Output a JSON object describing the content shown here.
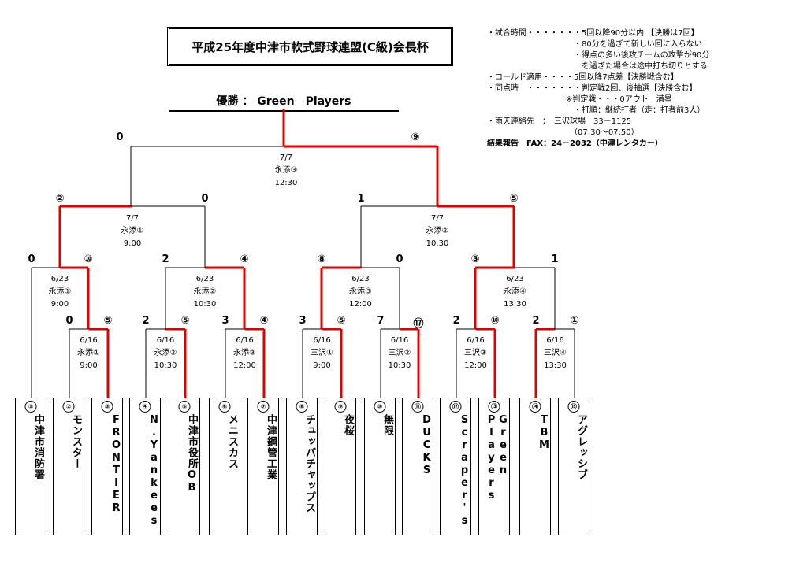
{
  "title": "平成25年度中津市軟式野球連盟(C級)会長杯",
  "champion": "優勝 ： Green　Players",
  "rules": [
    "・試合時間・・・・・・・5回以降90分以内 【決勝は7回】",
    "　　　　　　　　　　　・80分を過ぎて新しい回に入らない",
    "　　　　　　　　　　　・得点の多い後攻チームの攻撃が90分",
    "　　　　　　　　　　　　を過ぎた場合は途中打ち切りとする",
    "・コールド適用・・・・5回以降7点差【決勝戦含む】",
    "・同点時　・・・・・・・判定戦2回、後抽選【決勝含む】",
    "　　　　　　　　　　※判定戦・・・0アウト　満塁",
    "　　　　　　　　　　　・打順：継続打者（走：打者前3人）",
    "・雨天連絡先　：　三沢球場　33－1125",
    "　　　　　　　　　　　（07:30～07:50）",
    "結果報告　FAX：24－2032（中津レンタカー）"
  ],
  "teams": [
    {
      "seed": "1",
      "name": "中津市消防署"
    },
    {
      "seed": "2",
      "name": "モンスター"
    },
    {
      "seed": "3",
      "name": "FRONTIER"
    },
    {
      "seed": "4",
      "name": "N.Yankees"
    },
    {
      "seed": "5",
      "name": "中津市役所OB"
    },
    {
      "seed": "6",
      "name": "メニスカス"
    },
    {
      "seed": "7",
      "name": "中津鋼管工業"
    },
    {
      "seed": "8",
      "name": "チュッパチャップス"
    },
    {
      "seed": "9",
      "name": "夜桜"
    },
    {
      "seed": "10",
      "name": "無限"
    },
    {
      "seed": "11",
      "name": "DUCKS"
    },
    {
      "seed": "17",
      "name": "Scraper's"
    },
    {
      "seed": "13",
      "name": "Green Players"
    },
    {
      "seed": "14",
      "name": "TBM"
    },
    {
      "seed": "15",
      "name": "アグレッシブ"
    }
  ],
  "matches": [
    {
      "date": "6/16",
      "venue": "永添①",
      "time": "9:00",
      "s1": "0",
      "s2": "5"
    },
    {
      "date": "6/16",
      "venue": "永添②",
      "time": "10:30",
      "s1": "2",
      "s2": "5"
    },
    {
      "date": "6/16",
      "venue": "永添③",
      "time": "12:00",
      "s1": "3",
      "s2": "4"
    },
    {
      "date": "6/16",
      "venue": "三沢①",
      "time": "9:00",
      "s1": "3",
      "s2": "5"
    },
    {
      "date": "6/16",
      "venue": "三沢②",
      "time": "10:30",
      "s1": "7",
      "s2": "17"
    },
    {
      "date": "6/16",
      "venue": "三沢③",
      "time": "12:00",
      "s1": "2",
      "s2": "10"
    },
    {
      "date": "6/16",
      "venue": "三沢④",
      "time": "13:30",
      "s1": "2",
      "s2": "1"
    },
    {
      "date": "6/23",
      "venue": "永添①",
      "time": "9:00",
      "s1": "0",
      "s2": "10"
    },
    {
      "date": "6/23",
      "venue": "永添②",
      "time": "10:30",
      "s1": "2",
      "s2": "4"
    },
    {
      "date": "6/23",
      "venue": "永添③",
      "time": "12:00",
      "s1": "8",
      "s2": "0"
    },
    {
      "date": "6/23",
      "venue": "永添④",
      "time": "13:30",
      "s1": "3",
      "s2": "1"
    },
    {
      "date": "7/7",
      "venue": "永添①",
      "time": "9:00",
      "s1": "2",
      "s2": "0"
    },
    {
      "date": "7/7",
      "venue": "永添②",
      "time": "10:30",
      "s1": "1",
      "s2": "5"
    },
    {
      "date": "7/7",
      "venue": "永添③",
      "time": "12:30",
      "s1": "0",
      "s2": "9"
    }
  ],
  "colors": {
    "winner_line": "#e00000",
    "line": "#000000"
  }
}
